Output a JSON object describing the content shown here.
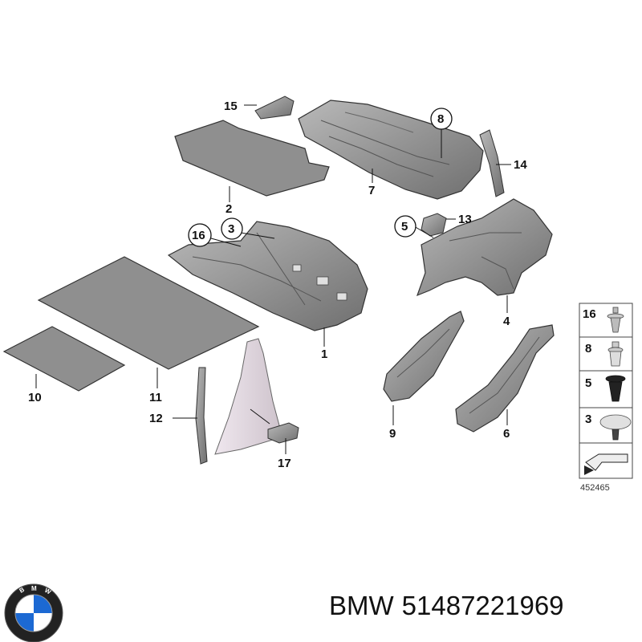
{
  "callouts": {
    "c1": "1",
    "c2": "2",
    "c3": "3",
    "c4": "4",
    "c5": "5",
    "c6": "6",
    "c7": "7",
    "c8": "8",
    "c9": "9",
    "c10": "10",
    "c11": "11",
    "c12": "12",
    "c13": "13",
    "c14": "14",
    "c15": "15",
    "c16": "16",
    "c17": "17"
  },
  "legend": {
    "items": [
      "16",
      "8",
      "5",
      "3"
    ]
  },
  "reference_number": "452465",
  "footer": {
    "brand": "BMW",
    "part_number": "51487221969",
    "logo_letters": "BMW"
  },
  "colors": {
    "part_fill": "#8c8c8c",
    "part_dark": "#5a5a5a",
    "panel_light": "#ddd3dc",
    "logo_blue": "#1c69d3"
  }
}
